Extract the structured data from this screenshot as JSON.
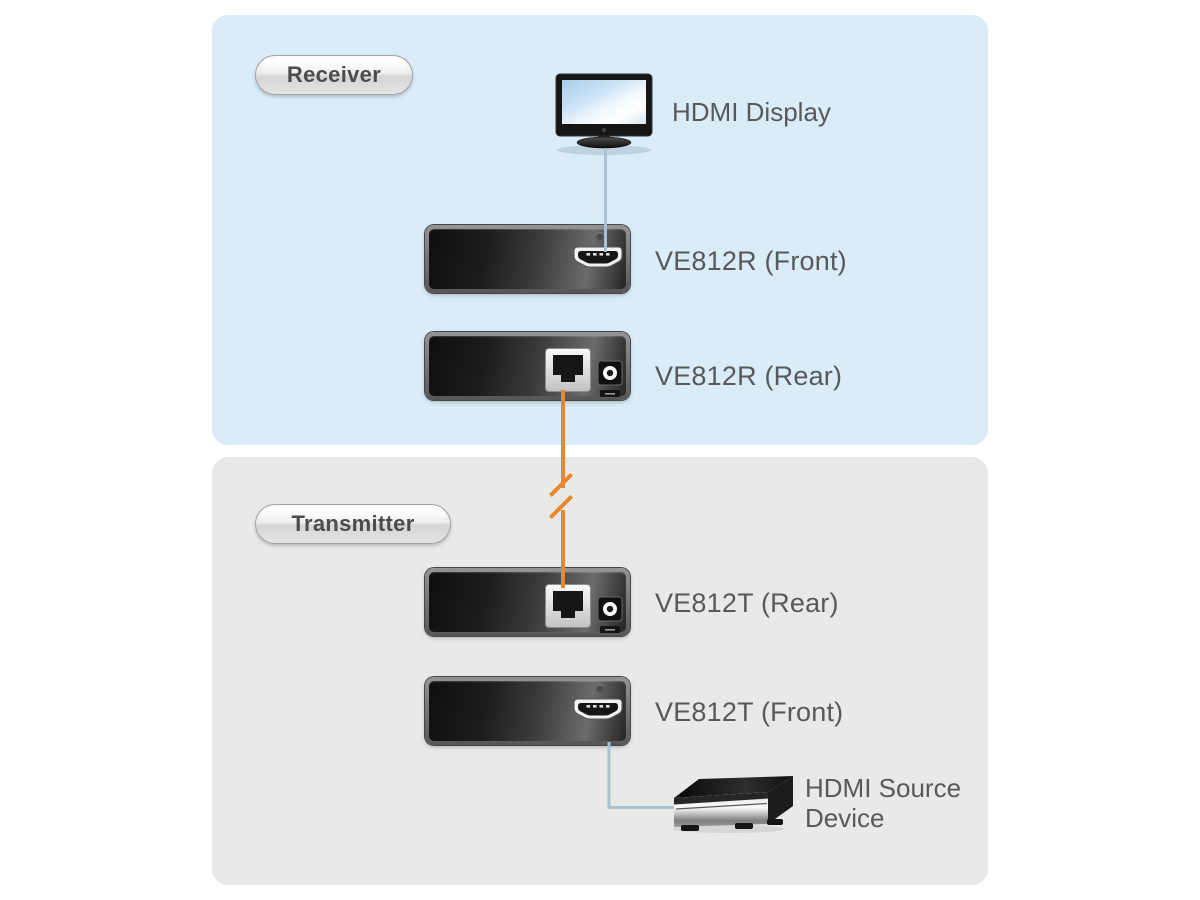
{
  "colors": {
    "receiver_panel_bg": "#d9ecf8",
    "transmitter_panel_bg": "#e9e9e8",
    "hdmi_cable": "#a9c2d1",
    "cat_cable": "#e8872b",
    "label_text": "#58595b"
  },
  "receiver": {
    "badge": "Receiver",
    "display_label": "HDMI Display",
    "devices": [
      {
        "label": "VE812R (Front)"
      },
      {
        "label": "VE812R (Rear)"
      }
    ]
  },
  "transmitter": {
    "badge": "Transmitter",
    "devices": [
      {
        "label": "VE812T (Rear)"
      },
      {
        "label": "VE812T (Front)"
      }
    ],
    "source_label_line1": "HDMI Source",
    "source_label_line2": "Device"
  }
}
